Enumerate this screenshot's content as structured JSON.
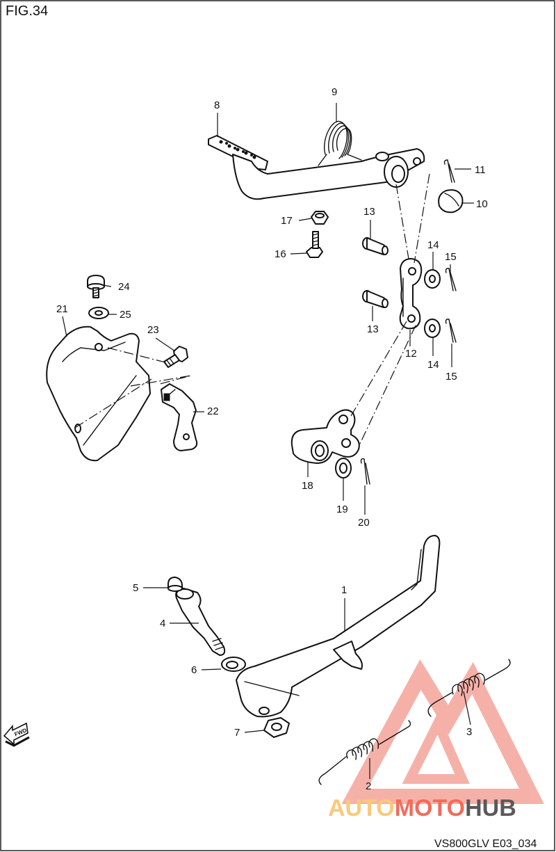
{
  "figure": {
    "title": "FIG.34",
    "model_code": "VS800GLV E03_034",
    "fwd_label": "FWD"
  },
  "watermark": {
    "part1": "AUTO",
    "part2": "MOTO",
    "part3": "HUB",
    "color_light": "#f9c97a",
    "color_mid": "#f26b5b",
    "color_dark": "#5a5a5a",
    "triangle_color": "#f4a49a"
  },
  "callouts": {
    "p1": "1",
    "p2": "2",
    "p3": "3",
    "p4": "4",
    "p5": "5",
    "p6": "6",
    "p7": "7",
    "p8": "8",
    "p9": "9",
    "p10": "10",
    "p11": "11",
    "p12": "12",
    "p13a": "13",
    "p13b": "13",
    "p14a": "14",
    "p14b": "14",
    "p15a": "15",
    "p15b": "15",
    "p16": "16",
    "p17": "17",
    "p18": "18",
    "p19": "19",
    "p20": "20",
    "p21": "21",
    "p22": "22",
    "p23": "23",
    "p24": "24",
    "p25": "25"
  }
}
